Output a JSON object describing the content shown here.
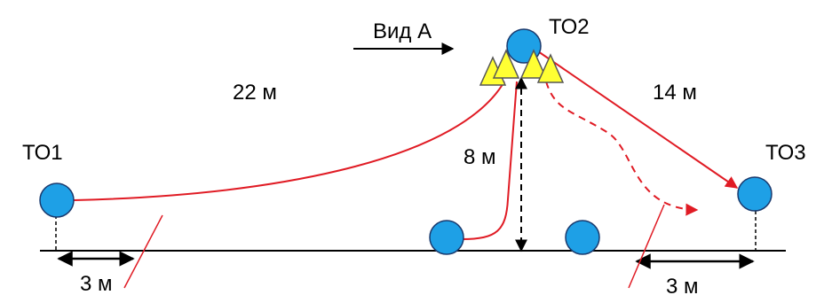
{
  "labels": {
    "view": "Вид А",
    "to1": "ТО1",
    "to2": "ТО2",
    "to3": "ТО3",
    "dist_22": "22 м",
    "dist_14": "14 м",
    "dist_8": "8 м",
    "dist_3_left": "3 м",
    "dist_3_right": "3 м"
  },
  "colors": {
    "node_fill": "#1ea0e6",
    "node_stroke": "#1a3a6e",
    "cable": "#e01b24",
    "triangle_fill": "#ffff33",
    "triangle_stroke": "#555555",
    "line": "#000000"
  }
}
